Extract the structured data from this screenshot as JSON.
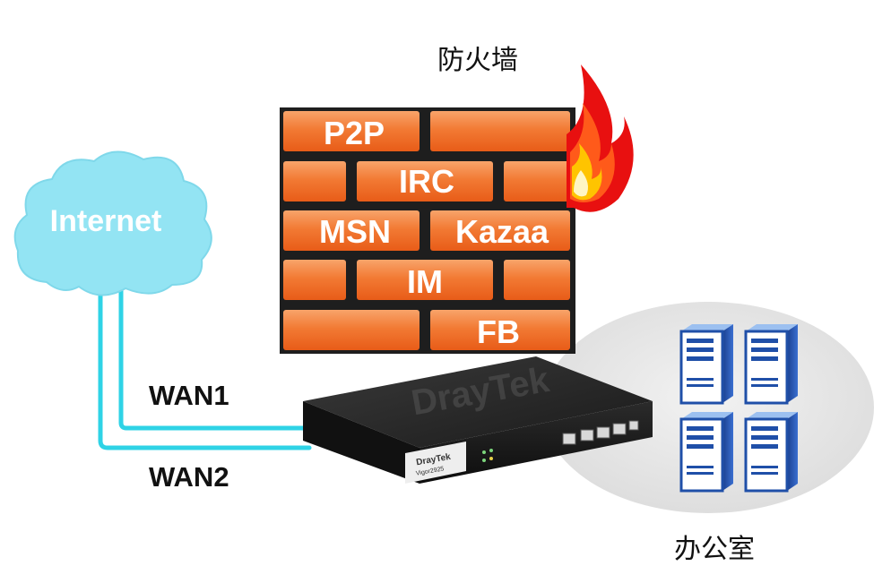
{
  "firewall": {
    "title": "防火墙",
    "bricks": {
      "p2p": "P2P",
      "irc": "IRC",
      "msn": "MSN",
      "kazaa": "Kazaa",
      "im": "IM",
      "fb": "FB"
    },
    "fire_icon": "flame-icon"
  },
  "internet": {
    "label": "Internet",
    "icon": "cloud-icon"
  },
  "links": {
    "wan1": "WAN1",
    "wan2": "WAN2"
  },
  "router": {
    "brand": "DrayTek",
    "front_brand": "DrayTek",
    "model": "Vigor2925"
  },
  "office": {
    "label": "办公室",
    "server_icon": "server-icon"
  },
  "colors": {
    "brick": "#f26a24",
    "brick_light": "#f79a5a",
    "mortar": "#222222",
    "cable": "#33d6e8",
    "cloud": "#8fe3f2",
    "server": "#1f4fa8",
    "office_bg": "#e6e6e6"
  }
}
